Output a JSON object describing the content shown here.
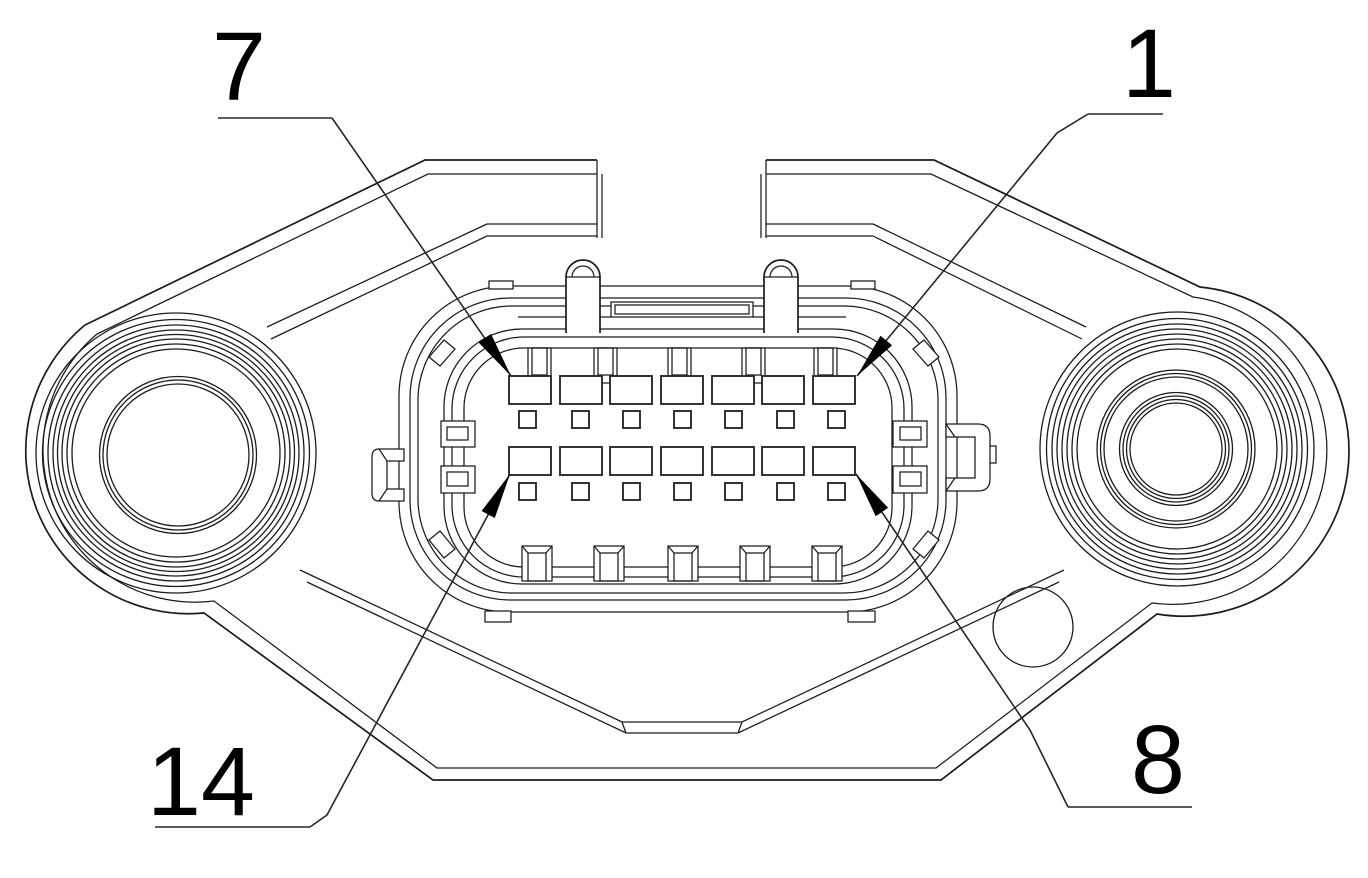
{
  "figure": {
    "callouts": [
      {
        "label": "7",
        "target_pin": "7",
        "corner": "top-left"
      },
      {
        "label": "1",
        "target_pin": "1",
        "corner": "top-right"
      },
      {
        "label": "14",
        "target_pin": "14",
        "corner": "bottom-left"
      },
      {
        "label": "8",
        "target_pin": "8",
        "corner": "bottom-right"
      }
    ],
    "connector": {
      "total_positions": 14,
      "large_pin_rows": 2,
      "large_pins_per_row": 7,
      "small_cavity_rows": 2,
      "small_cavities_per_row": 7,
      "top_ribs": 5,
      "bottom_ribs": 5,
      "alignment_posts": 2,
      "mounting_bosses": 2,
      "drain_hole": 1
    }
  },
  "colors": {
    "line": "#1b1b1b",
    "background": "#ffffff",
    "label": "#000000"
  }
}
